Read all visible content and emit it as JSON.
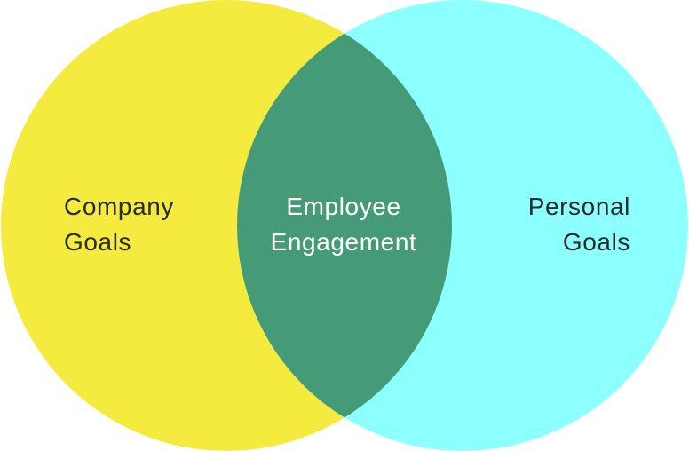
{
  "diagram": {
    "sets": [
      {
        "id": "company",
        "lines": [
          "Company",
          "Goals"
        ],
        "color": "#F5EB3E"
      },
      {
        "id": "personal",
        "lines": [
          "Personal",
          "Goals"
        ],
        "color": "#8CFFFF"
      }
    ],
    "intersection": {
      "lines": [
        "Employee",
        "Engagement"
      ],
      "color": "#459B78"
    },
    "colors": {
      "label_dark": "#2B2B2B",
      "label_light": "#FFFFFF"
    }
  }
}
